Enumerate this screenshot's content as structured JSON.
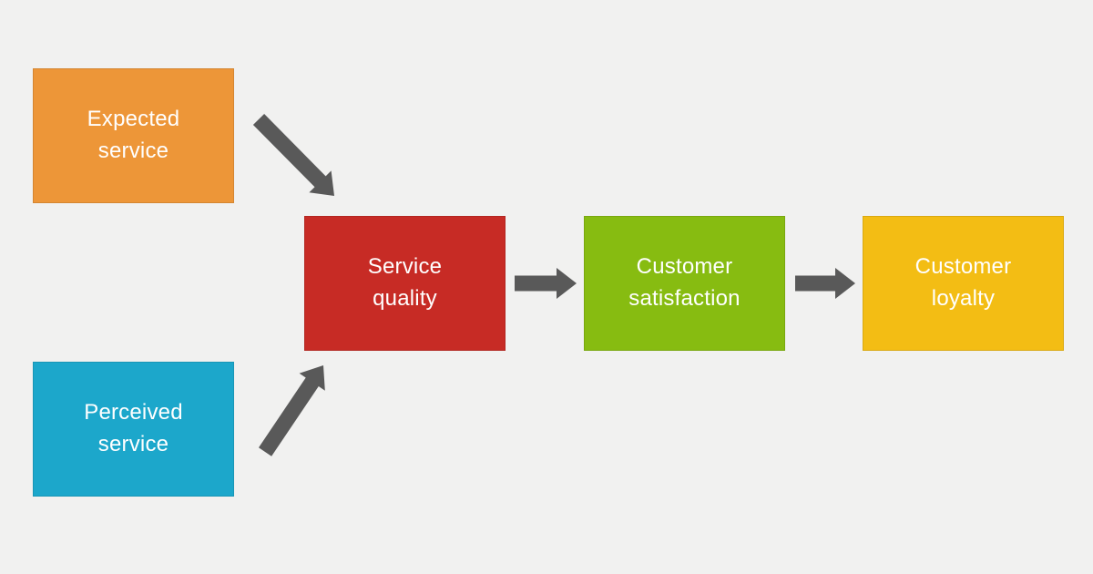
{
  "diagram": {
    "colors": {
      "background": "#F1F1F0",
      "arrow": "#595959",
      "label_text": "#FFFFFF"
    },
    "nodes": {
      "expected_service": {
        "label": "Expected service",
        "color": "#ED9638"
      },
      "perceived_service": {
        "label": "Perceived service",
        "color": "#1CA7CB"
      },
      "service_quality": {
        "label": "Service quality",
        "color": "#C72B25"
      },
      "customer_satisfaction": {
        "label": "Customer satisfaction",
        "color": "#87BC11"
      },
      "customer_loyalty": {
        "label": "Customer loyalty",
        "color": "#F3BD14"
      }
    },
    "edges": [
      {
        "from": "expected_service",
        "to": "service_quality"
      },
      {
        "from": "perceived_service",
        "to": "service_quality"
      },
      {
        "from": "service_quality",
        "to": "customer_satisfaction"
      },
      {
        "from": "customer_satisfaction",
        "to": "customer_loyalty"
      }
    ]
  }
}
